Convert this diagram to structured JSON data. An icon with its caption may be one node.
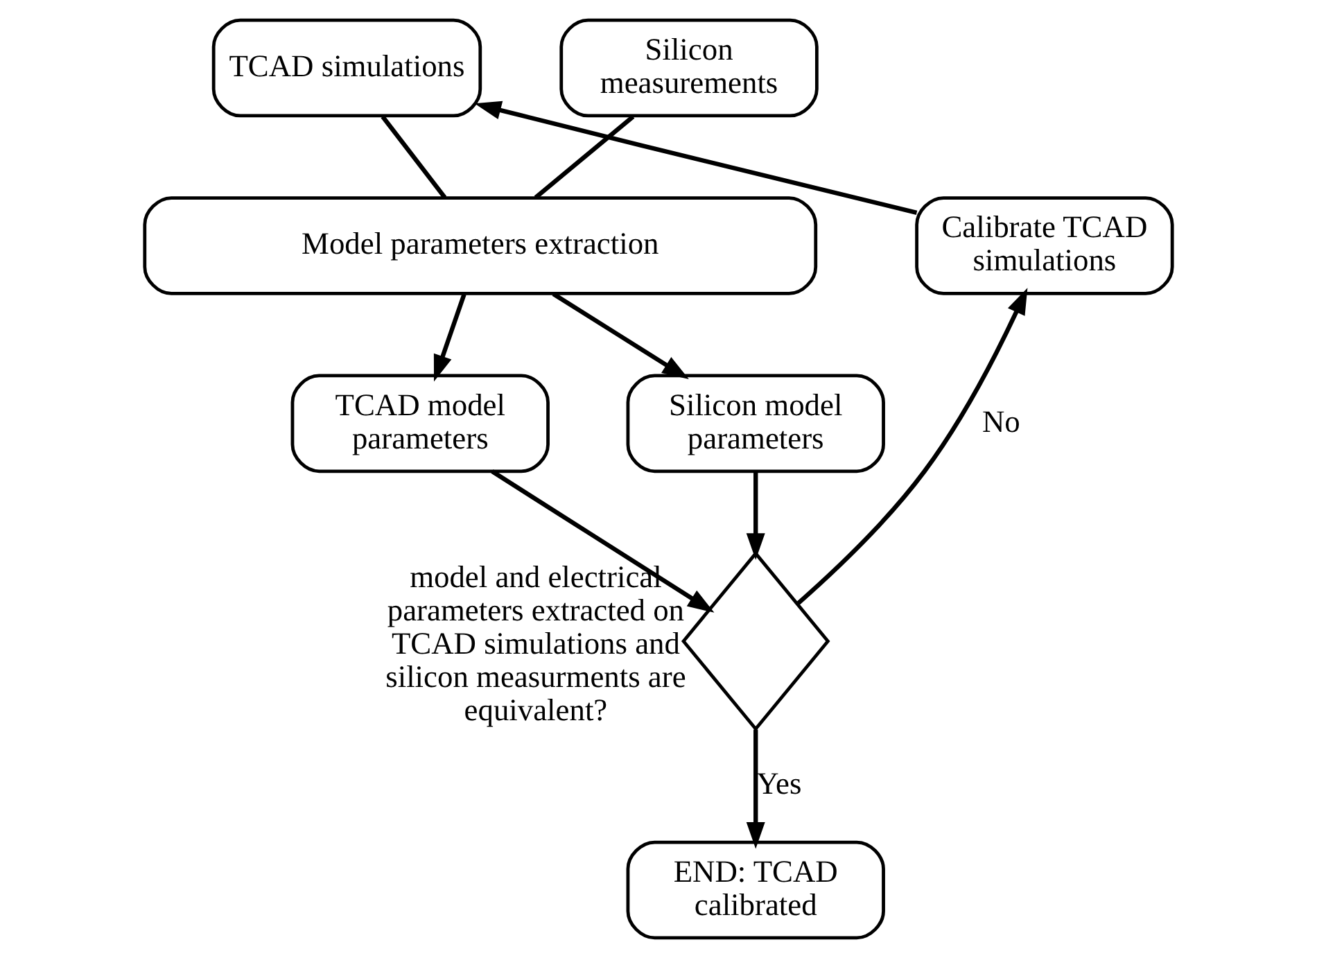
{
  "diagram": {
    "nodes": [
      {
        "text": [
          "TCAD simulations"
        ]
      },
      {
        "text": [
          "Silicon measurements"
        ]
      },
      {
        "text": [
          "Model parameters extraction"
        ]
      },
      {
        "text": [
          "TCAD model parameters"
        ]
      },
      {
        "text": [
          "Silicon model parameters"
        ]
      },
      {
        "text": [],
        "shape": "diamond",
        "beside": [
          "model and electrical parameters extracted on TCAD simulations and silicon measurments are equivalent?"
        ]
      },
      {
        "text": [
          "Calibrate TCAD simulations"
        ]
      },
      {
        "text": [
          "END: TCAD calibrated"
        ]
      }
    ],
    "edges": [
      {
        "from": 0,
        "to": 2,
        "arrow": "none"
      },
      {
        "from": 1,
        "to": 2,
        "arrow": "none"
      },
      {
        "from": 2,
        "to": 3,
        "arrow": "to"
      },
      {
        "from": 2,
        "to": 4,
        "arrow": "to"
      },
      {
        "from": 3,
        "to": 5,
        "arrow": "to"
      },
      {
        "from": 4,
        "to": 5,
        "arrow": "to"
      },
      {
        "from": 5,
        "to": 6,
        "arrow": "to",
        "label": "No"
      },
      {
        "from": 6,
        "to": 0,
        "arrow": "to"
      },
      {
        "from": 5,
        "to": 7,
        "arrow": "to",
        "label": "Yes"
      }
    ]
  }
}
